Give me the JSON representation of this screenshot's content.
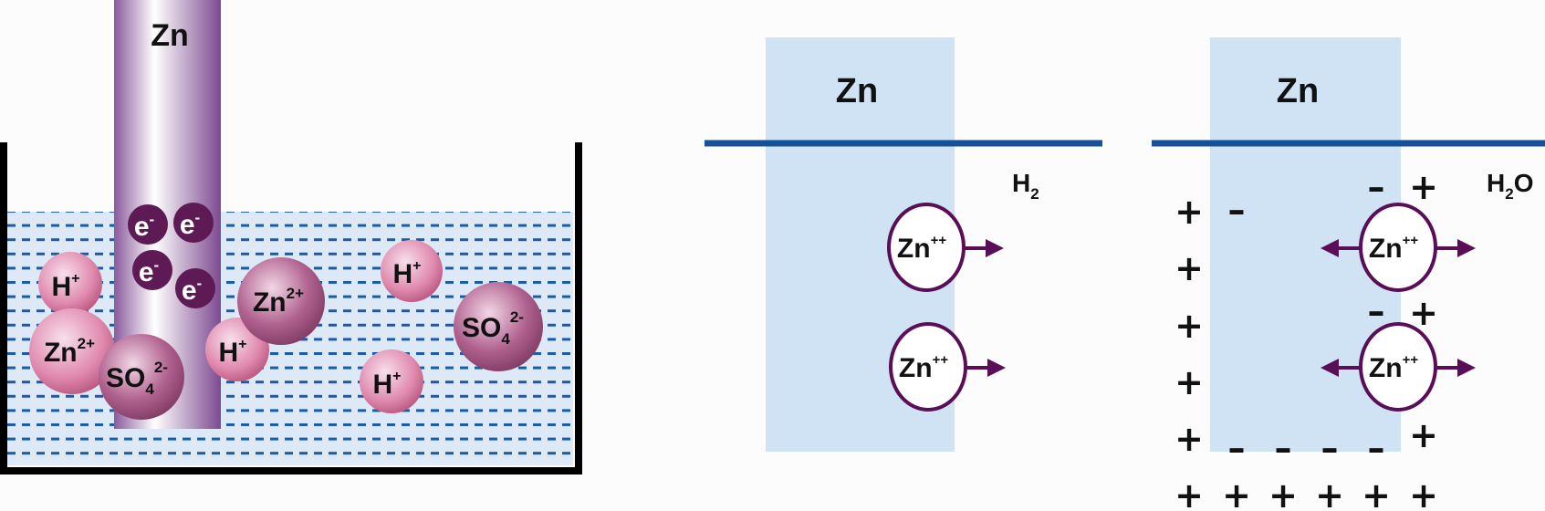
{
  "colors": {
    "electrode": "#9b6aaa",
    "electron": "#5e1a54",
    "ion": "#e48fb3",
    "sulfate": "#9a4a78",
    "solution": "#dde9f7",
    "dash": "#1e5aa0",
    "zn_region": "#cfe3f5",
    "surface_line": "#15509a",
    "arrow": "#5a0e57"
  },
  "left_panel": {
    "electrode_label": "Zn",
    "electrons": [
      "e",
      "e",
      "e",
      "e"
    ],
    "electron_sup": "-",
    "ions": [
      {
        "base": "H",
        "sup": "+"
      },
      {
        "base": "Zn",
        "sup": "2+"
      },
      {
        "base": "SO",
        "sub": "4",
        "sup": "2-"
      },
      {
        "base": "H",
        "sup": "+"
      },
      {
        "base": "Zn",
        "sup": "2+"
      },
      {
        "base": "H",
        "sup": "+"
      },
      {
        "base": "H",
        "sup": "+"
      },
      {
        "base": "SO",
        "sub": "4",
        "sup": "2-"
      }
    ]
  },
  "middle_panel": {
    "metal_label": "Zn",
    "medium_base": "H",
    "medium_sub": "2",
    "ion_base": "Zn",
    "ion_sup": "++"
  },
  "right_panel": {
    "metal_label": "Zn",
    "medium_base": "H",
    "medium_sub": "2",
    "medium_tail": "O",
    "ion_base": "Zn",
    "ion_sup": "++",
    "plus": "+",
    "minus": "–"
  }
}
